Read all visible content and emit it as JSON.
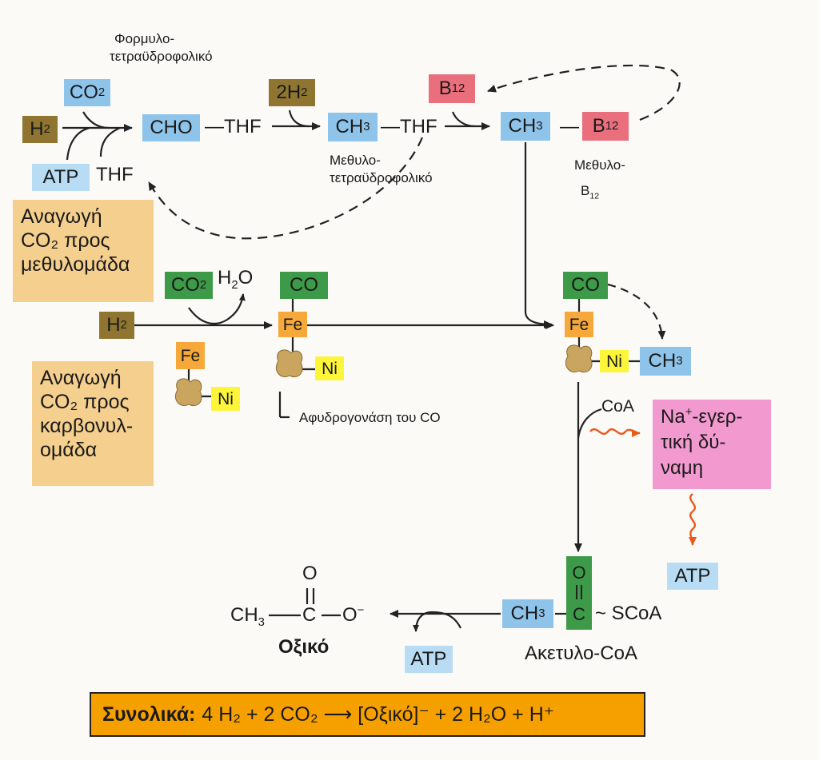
{
  "molecules": {
    "co2_1": {
      "main": "CO",
      "sub": "2"
    },
    "h2_1": {
      "main": "H",
      "sub": "2"
    },
    "atp_1": "ATP",
    "cho": "CHO",
    "thf_dash_1": "—THF",
    "h2x2": {
      "main": "2H",
      "sub": "2"
    },
    "ch3_1": {
      "main": "CH",
      "sub": "3"
    },
    "thf_dash_2": "—THF",
    "b12_1": {
      "main": "B",
      "sub": "12"
    },
    "ch3_2": {
      "main": "CH",
      "sub": "3"
    },
    "dash_3": "—",
    "b12_2": {
      "main": "B",
      "sub": "12"
    },
    "thf_free": "THF",
    "co2_2": {
      "main": "CO",
      "sub": "2"
    },
    "h2o": {
      "main": "H",
      "sub": "2",
      "tail": "O"
    },
    "h2_2": {
      "main": "H",
      "sub": "2"
    },
    "co_1": "CO",
    "fe_1": "Fe",
    "fe_2": "Fe",
    "ni_1": "Ni",
    "ni_2": "Ni",
    "co_2": "CO",
    "fe_3": "Fe",
    "ni_3": "Ni",
    "ch3_3": {
      "main": "CH",
      "sub": "3"
    },
    "coa": "CoA",
    "atp_2": "ATP",
    "ch3_4": {
      "main": "CH",
      "sub": "3"
    },
    "scoa": "~ SCoA",
    "atp_3": "ATP",
    "acetyl_o": "O",
    "acetyl_c": "C"
  },
  "labels": {
    "formyl_1": "Φορμυλο-",
    "formyl_2": "τετραϋδροφολικό",
    "methyl_thf_1": "Μεθυλο-",
    "methyl_thf_2": "τετραϋδροφολικό",
    "methyl_b12_1": "Μεθυλο-",
    "methyl_b12_2": {
      "main": "B",
      "sub": "12"
    },
    "co_dehydrogenase": "Αφυδρογονάση του CO",
    "acetyl_coa": "Ακετυλο-CoA",
    "acetate_name": "Οξικό"
  },
  "panels": {
    "methyl_reduction": [
      "Αναγωγή",
      "CO₂ προς",
      "μεθυλομάδα"
    ],
    "carbonyl_reduction": [
      "Αναγωγή",
      "CO₂ προς",
      "καρβονυλ-",
      "ομάδα"
    ],
    "na_motive": {
      "line1": "Na",
      "sup": "+",
      "line1_rest": "-εγερ-",
      "line2": "τική δύ-",
      "line3": "ναμη"
    }
  },
  "acetate_formula": {
    "o": "O",
    "ch3": "CH",
    "ch3_sub": "3",
    "c": "C",
    "o_minus": "O"
  },
  "summary": {
    "label": "Συνολικά:",
    "equation": "4 H₂ + 2 CO₂ ⟶ [Οξικό]⁻ + 2 H₂O + H⁺"
  },
  "colors": {
    "blue": "#8ec3ea",
    "olive": "#8f7530",
    "red": "#ea6f7c",
    "green": "#3c9a48",
    "orange": "#f6a93a",
    "yellow": "#fdf53a",
    "pink": "#f29ad0",
    "tan": "#f5cf8e",
    "summary_bg": "#f6a000",
    "wave": "#e85a1a"
  }
}
